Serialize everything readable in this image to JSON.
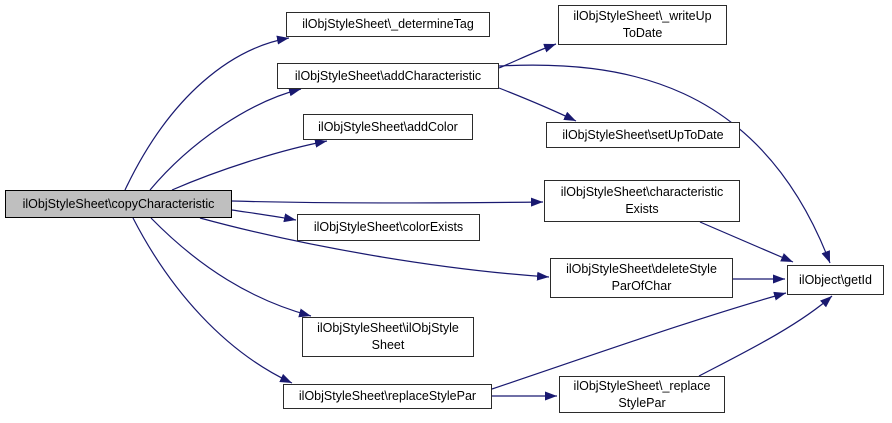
{
  "diagram": {
    "type": "call-graph",
    "background_color": "#ffffff",
    "edge_color": "#191970",
    "node_fill_color": "#ffffff",
    "node_border_color": "#2b2b2b",
    "highlight_fill_color": "#bfbfbf",
    "text_color": "#000000",
    "nodes": [
      {
        "id": "copyCharacteristic",
        "label": "ilObjStyleSheet\\copyCharacteristic",
        "highlighted": true
      },
      {
        "id": "_determineTag",
        "label": "ilObjStyleSheet\\_determineTag",
        "highlighted": false
      },
      {
        "id": "addCharacteristic",
        "label": "ilObjStyleSheet\\addCharacteristic",
        "highlighted": false
      },
      {
        "id": "addColor",
        "label": "ilObjStyleSheet\\addColor",
        "highlighted": false
      },
      {
        "id": "_writeUpToDate",
        "label": "ilObjStyleSheet\\_writeUp\nToDate",
        "highlighted": false
      },
      {
        "id": "setUpToDate",
        "label": "ilObjStyleSheet\\setUpToDate",
        "highlighted": false
      },
      {
        "id": "characteristicExists",
        "label": "ilObjStyleSheet\\characteristic\nExists",
        "highlighted": false
      },
      {
        "id": "colorExists",
        "label": "ilObjStyleSheet\\colorExists",
        "highlighted": false
      },
      {
        "id": "deleteStyleParOfChar",
        "label": "ilObjStyleSheet\\deleteStyle\nParOfChar",
        "highlighted": false
      },
      {
        "id": "getId",
        "label": "ilObject\\getId",
        "highlighted": false
      },
      {
        "id": "ilObjStyleSheet",
        "label": "ilObjStyleSheet\\ilObjStyle\nSheet",
        "highlighted": false
      },
      {
        "id": "replaceStylePar",
        "label": "ilObjStyleSheet\\replaceStylePar",
        "highlighted": false
      },
      {
        "id": "_replaceStylePar",
        "label": "ilObjStyleSheet\\_replace\nStylePar",
        "highlighted": false
      }
    ],
    "edges": [
      {
        "from": "copyCharacteristic",
        "to": "_determineTag"
      },
      {
        "from": "copyCharacteristic",
        "to": "addCharacteristic"
      },
      {
        "from": "copyCharacteristic",
        "to": "addColor"
      },
      {
        "from": "copyCharacteristic",
        "to": "characteristicExists"
      },
      {
        "from": "copyCharacteristic",
        "to": "colorExists"
      },
      {
        "from": "copyCharacteristic",
        "to": "deleteStyleParOfChar"
      },
      {
        "from": "copyCharacteristic",
        "to": "ilObjStyleSheet"
      },
      {
        "from": "copyCharacteristic",
        "to": "replaceStylePar"
      },
      {
        "from": "addCharacteristic",
        "to": "_writeUpToDate"
      },
      {
        "from": "addCharacteristic",
        "to": "setUpToDate"
      },
      {
        "from": "addCharacteristic",
        "to": "getId"
      },
      {
        "from": "characteristicExists",
        "to": "getId"
      },
      {
        "from": "deleteStyleParOfChar",
        "to": "getId"
      },
      {
        "from": "replaceStylePar",
        "to": "_replaceStylePar"
      },
      {
        "from": "replaceStylePar",
        "to": "getId"
      },
      {
        "from": "_replaceStylePar",
        "to": "getId"
      }
    ]
  }
}
